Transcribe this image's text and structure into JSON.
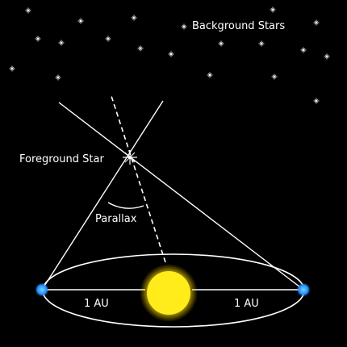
{
  "labels": {
    "background_stars": "Background Stars",
    "foreground_star": "Foreground Star",
    "parallax": "Parallax",
    "au_left": "1 AU",
    "au_right": "1 AU"
  },
  "colors": {
    "background": "#000000",
    "lines": "#ffffff",
    "earth": "#1e90ff",
    "sun": "#ffe600",
    "stars": "#ffffff"
  }
}
